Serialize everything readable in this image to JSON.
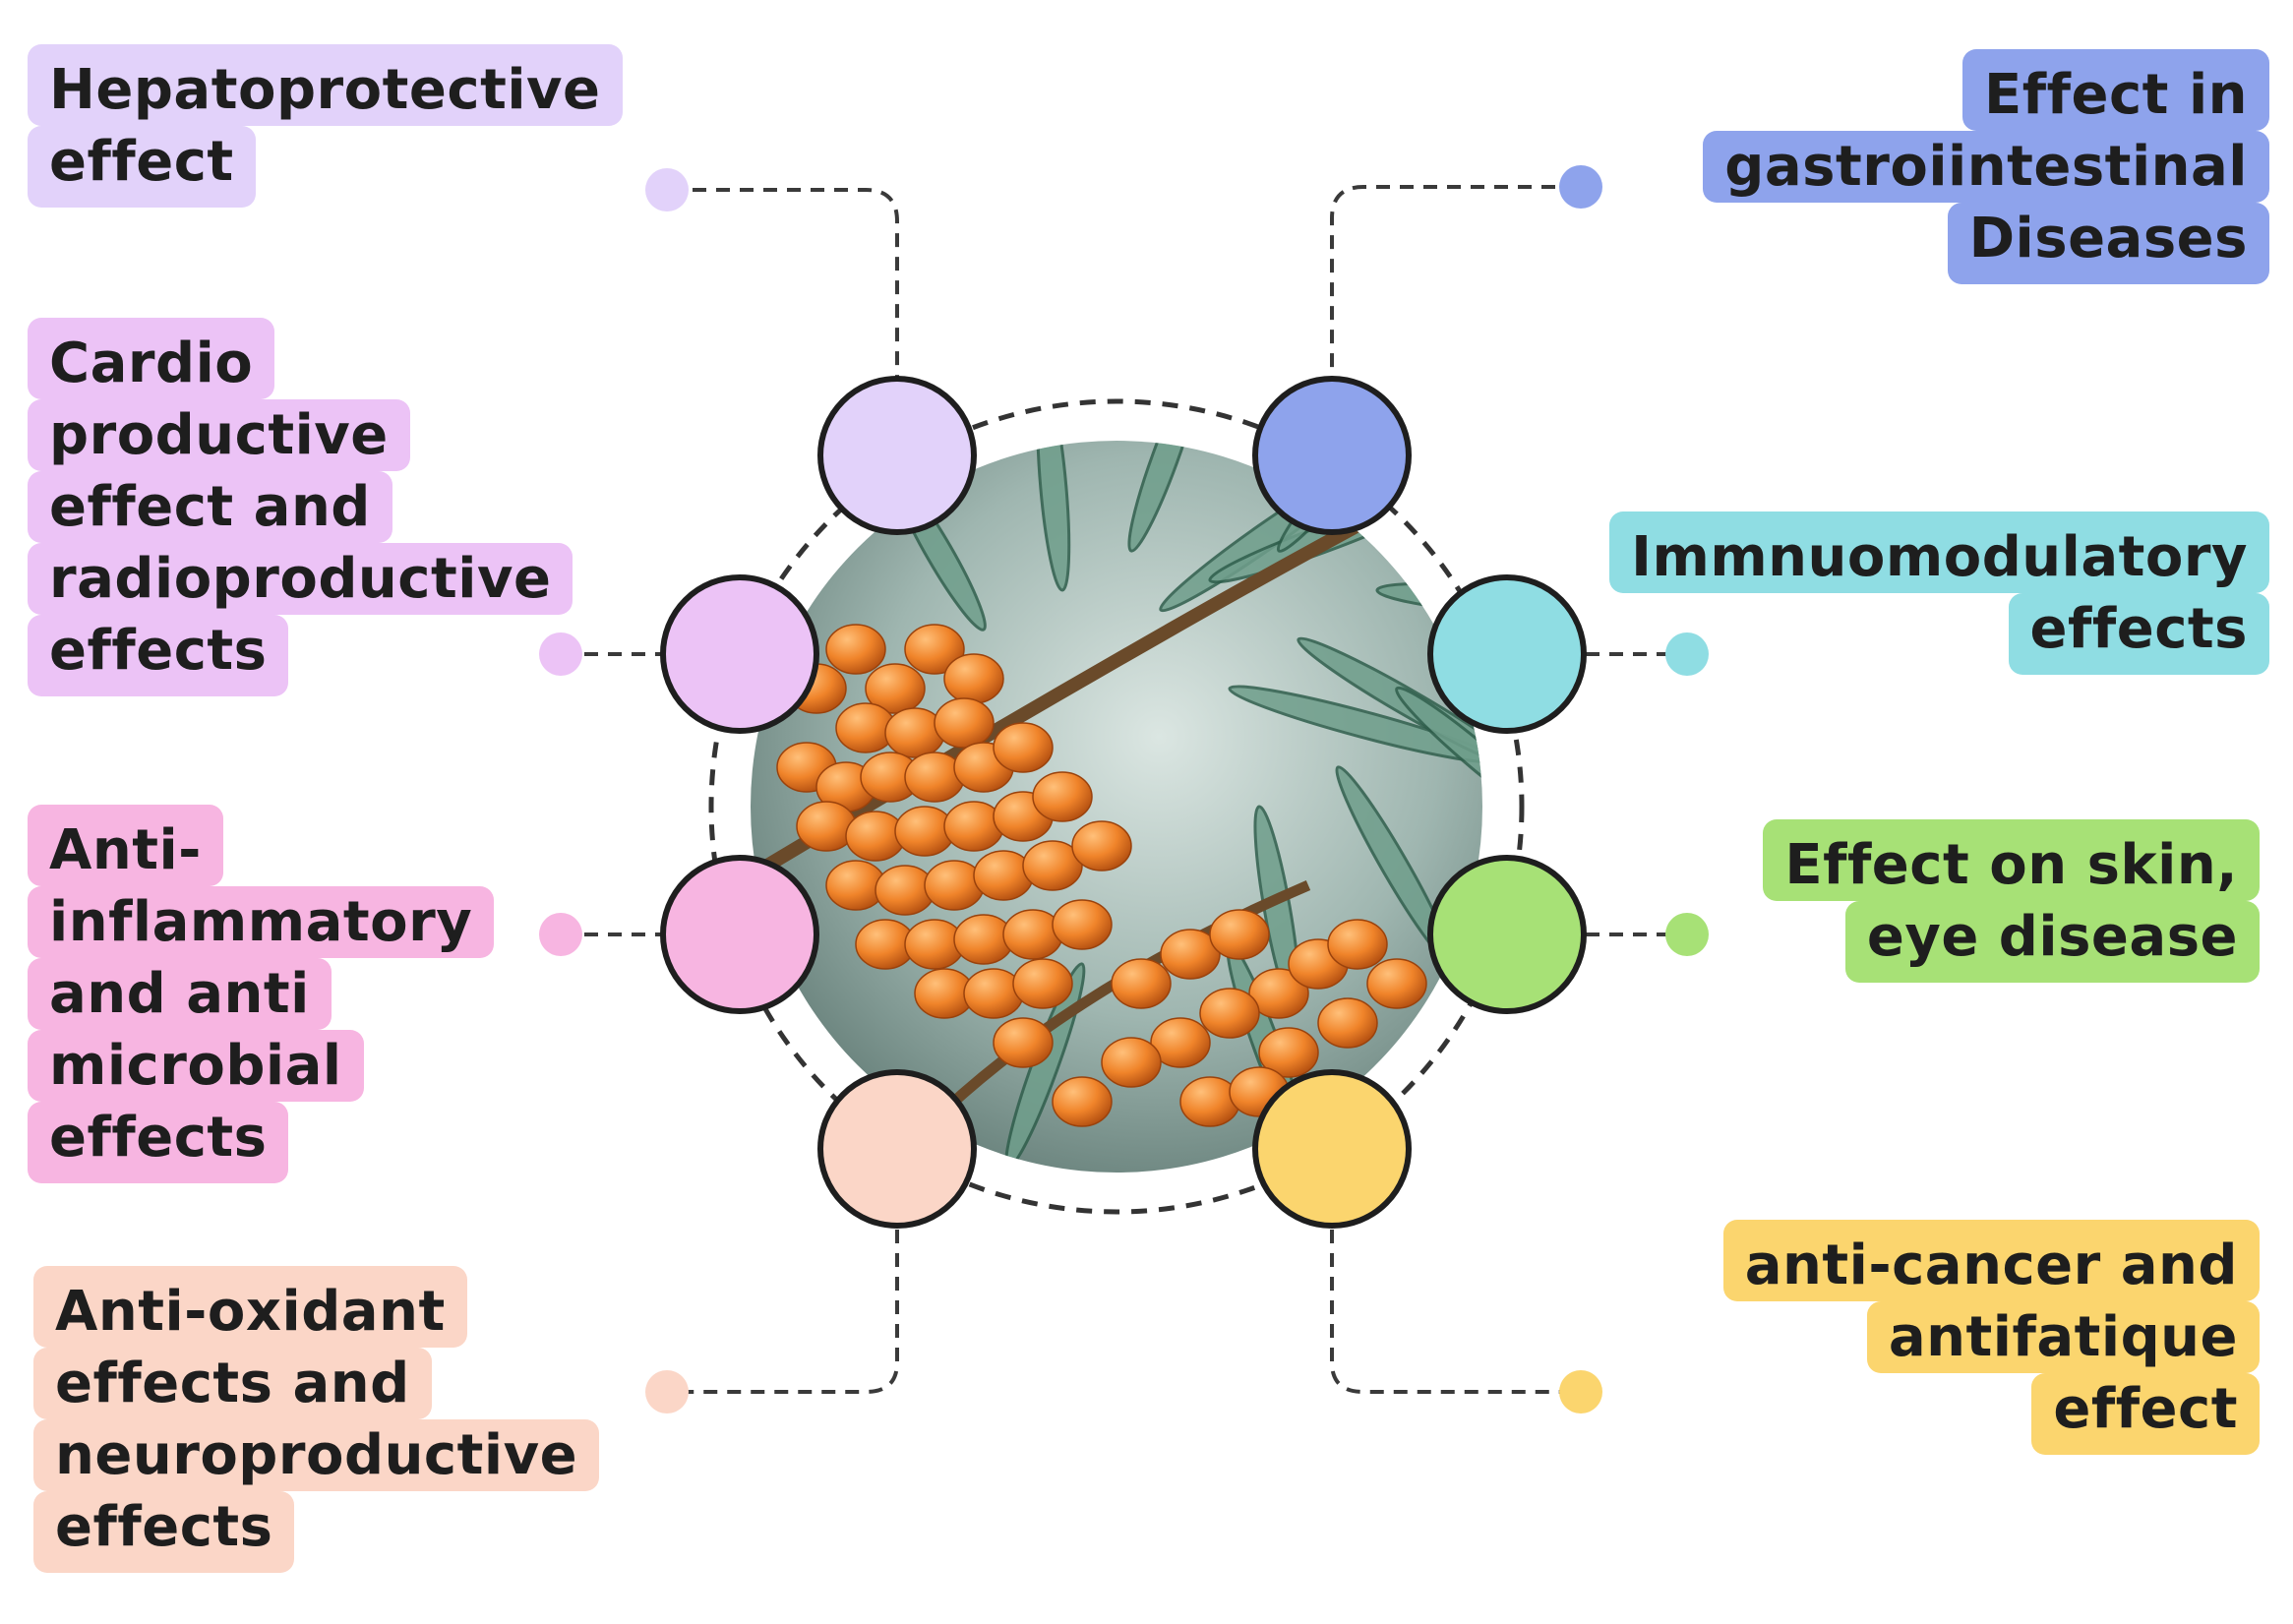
{
  "center_image_description_icon": "sea-buckthorn-berries",
  "colors": {
    "hepatoprotective": "#e2d2fa",
    "cardio": "#ecc3f6",
    "anti_inflammatory": "#f7b5e1",
    "anti_oxidant": "#fbd6c7",
    "gastro": "#8ea3ec",
    "immuno": "#8fdde3",
    "skin_eye": "#a7e176",
    "anti_cancer": "#fbd56e"
  },
  "effects": {
    "hepatoprotective": [
      "Hepatoprotective",
      "effect"
    ],
    "cardio": [
      "Cardio",
      "productive",
      "effect and",
      "radioproductive",
      "effects"
    ],
    "anti_inflammatory": [
      "Anti-",
      "inflammatory",
      "and anti",
      "microbial",
      "effects"
    ],
    "anti_oxidant": [
      "Anti-oxidant",
      "effects and",
      "neuroproductive",
      "effects"
    ],
    "gastro": [
      "Effect in",
      "gastroiintestinal",
      "Diseases"
    ],
    "immuno": [
      "Immnuomodulatory",
      "effects"
    ],
    "skin_eye": [
      "Effect on skin,",
      "eye disease"
    ],
    "anti_cancer": [
      "anti-cancer and",
      "antifatique",
      "effect"
    ]
  }
}
